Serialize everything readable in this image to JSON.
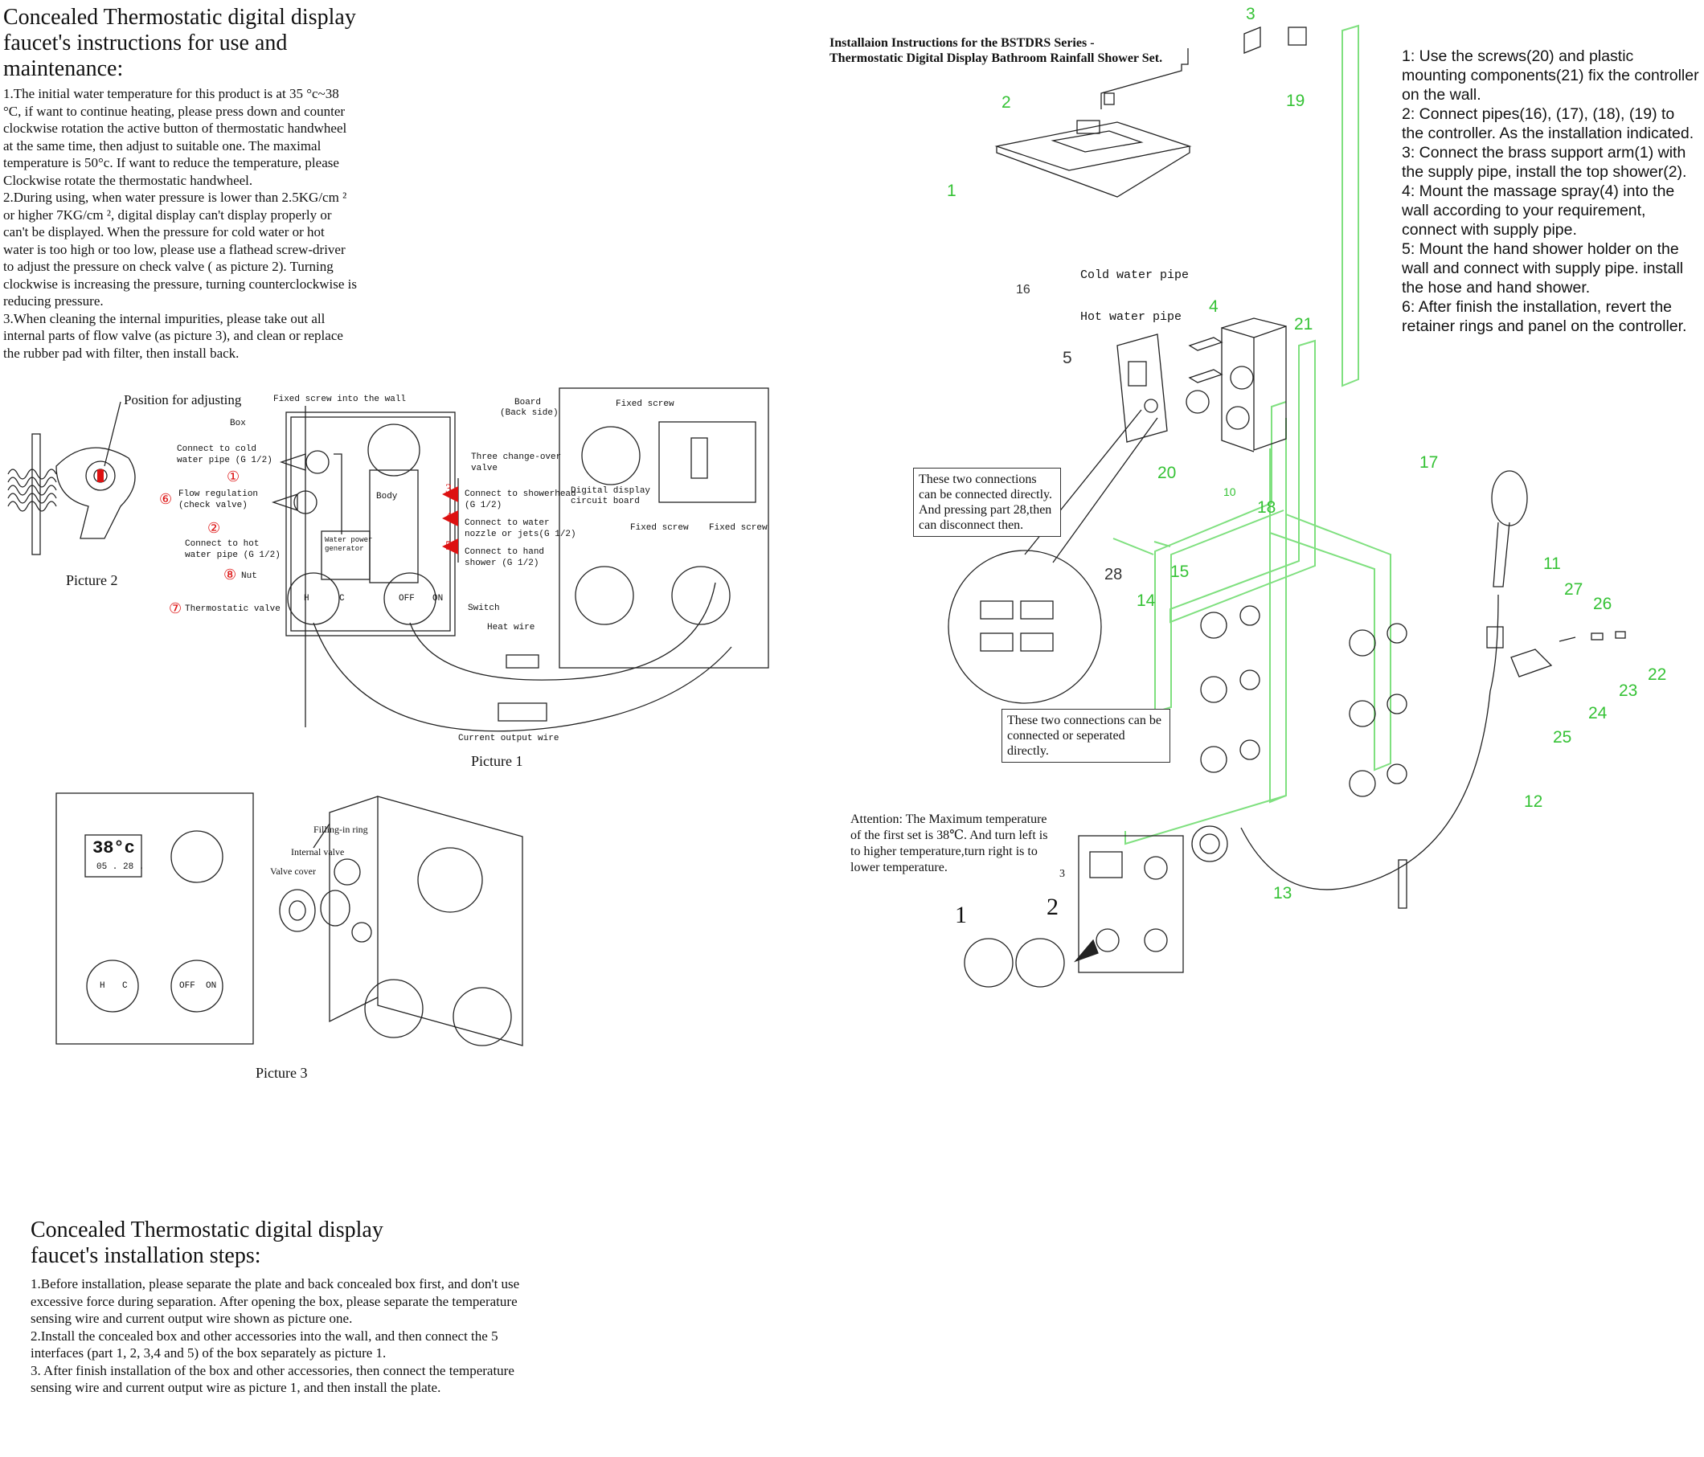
{
  "left_title": "Concealed Thermostatic digital display faucet's instructions for use and maintenance:",
  "left_paragraphs": [
    "1.The initial water temperature for this product is at 35 °c~38 °C, if want to continue heating, please press down and counter clockwise rotation the active button of thermostatic handwheel at the same time, then adjust to suitable one. The maximal temperature is 50°c. If want to reduce the temperature, please Clockwise rotate the thermostatic handwheel.",
    "2.During using, when water pressure is lower than 2.5KG/cm ² or higher 7KG/cm ², digital display can't display properly or can't be displayed. When the pressure for cold water or hot water is too high or too low, please use a flathead screw-driver to adjust the pressure on check valve ( as picture 2). Turning clockwise is increasing the pressure, turning counterclockwise is reducing pressure.",
    "3.When cleaning the internal impurities, please take out all internal parts of flow valve (as picture 3), and clean or replace the rubber pad with filter, then install back."
  ],
  "picture2": {
    "label_adjust": "Position for adjusting",
    "caption": "Picture 2"
  },
  "picture1": {
    "caption": "Picture 1",
    "labels": {
      "fixed_screw_wall": "Fixed screw into the wall",
      "box": "Box",
      "connect_cold_1": "Connect to cold",
      "connect_cold_2": "water pipe (G 1/2)",
      "flow_reg_1": "Flow regulation",
      "flow_reg_2": "(check valve)",
      "connect_hot_1": "Connect to hot",
      "connect_hot_2": "water pipe (G 1/2)",
      "nut": "Nut",
      "thermostatic_valve": "Thermostatic valve",
      "body": "Body",
      "three_change_1": "Three change-over",
      "three_change_2": "valve",
      "showerhead_1": "Connect to showerhead",
      "showerhead_2": "(G 1/2)",
      "nozzle_1": "Connect to water",
      "nozzle_2": "nozzle or jets(G 1/2)",
      "hand_1": "Connect to hand",
      "hand_2": "shower (G 1/2)",
      "generator_1": "Water power",
      "generator_2": "generator",
      "switch": "Switch",
      "heat_wire": "Heat wire",
      "current_output": "Current output wire",
      "board_1": "Board",
      "board_2": "(Back side)",
      "fixed_screw": "Fixed screw",
      "fixed_screw_b": "Fixed screw",
      "fixed_screw_c": "Fixed screw",
      "digital_1": "Digital display",
      "digital_2": "circuit board",
      "h": "H",
      "c": "C",
      "off": "OFF",
      "on": "ON"
    },
    "numbers": [
      "①",
      "⑥",
      "②",
      "⑧",
      "⑦",
      "3",
      "4",
      "5"
    ]
  },
  "picture3": {
    "caption": "Picture 3",
    "display_temp": "38°c",
    "display_date": "05 . 28 .",
    "h": "H",
    "c": "C",
    "off": "OFF",
    "on": "ON",
    "filling_ring": "Filling-in ring",
    "internal_valve": "Internal valve",
    "valve_cover": "Valve cover"
  },
  "bottom_title": "Concealed Thermostatic digital display faucet's installation steps:",
  "bottom_paragraphs": [
    "1.Before installation, please separate the plate and back concealed box first, and don't use excessive force during separation. After opening the box, please separate the temperature sensing wire and current output wire shown as picture one.",
    "2.Install the concealed box and other accessories into the wall, and then connect the 5 interfaces (part 1, 2, 3,4 and 5) of the box separately as picture 1.",
    "3. After finish installation of the box and other accessories, then connect the temperature sensing wire and current output wire as picture 1, and then install the plate."
  ],
  "right_header_1": "Installaion Instructions for  the BSTDRS Series -",
  "right_header_2": "Thermostatic Digital Display Bathroom Rainfall Shower Set.",
  "install_steps": [
    "1: Use the screws(20) and plastic mounting components(21) fix the controller on the wall.",
    "2: Connect pipes(16), (17), (18), (19) to the controller. As the installation indicated.",
    "3: Connect the brass support arm(1) with the supply pipe, install the top shower(2).",
    "4: Mount the massage spray(4) into the wall according to your requirement, connect with supply pipe.",
    "5: Mount the hand shower holder on the wall and connect with supply pipe. install the hose and hand shower.",
    "6: After finish the installation, revert the retainer rings and panel on the controller."
  ],
  "pipe_labels": {
    "cold": "Cold water pipe",
    "hot": "Hot water pipe"
  },
  "callout_a": "These two connections can be connected directly. And pressing part 28,then can disconnect then.",
  "callout_b": "These two connections can be connected or seperated directly.",
  "attention": "Attention: The Maximum temperature of the first set is 38℃. And turn left is to higher temperature,turn right is to lower temperature.",
  "part_numbers": [
    "3",
    "2",
    "19",
    "1",
    "16",
    "4",
    "21",
    "5",
    "20",
    "10",
    "17",
    "18",
    "15",
    "14",
    "28",
    "11",
    "27",
    "26",
    "22",
    "23",
    "24",
    "25",
    "12",
    "13"
  ],
  "attention_numbers": [
    "1",
    "2",
    "3"
  ],
  "colors": {
    "part_green": "#35c235",
    "pipe_green": "#7fe07f",
    "red": "#d11111"
  }
}
